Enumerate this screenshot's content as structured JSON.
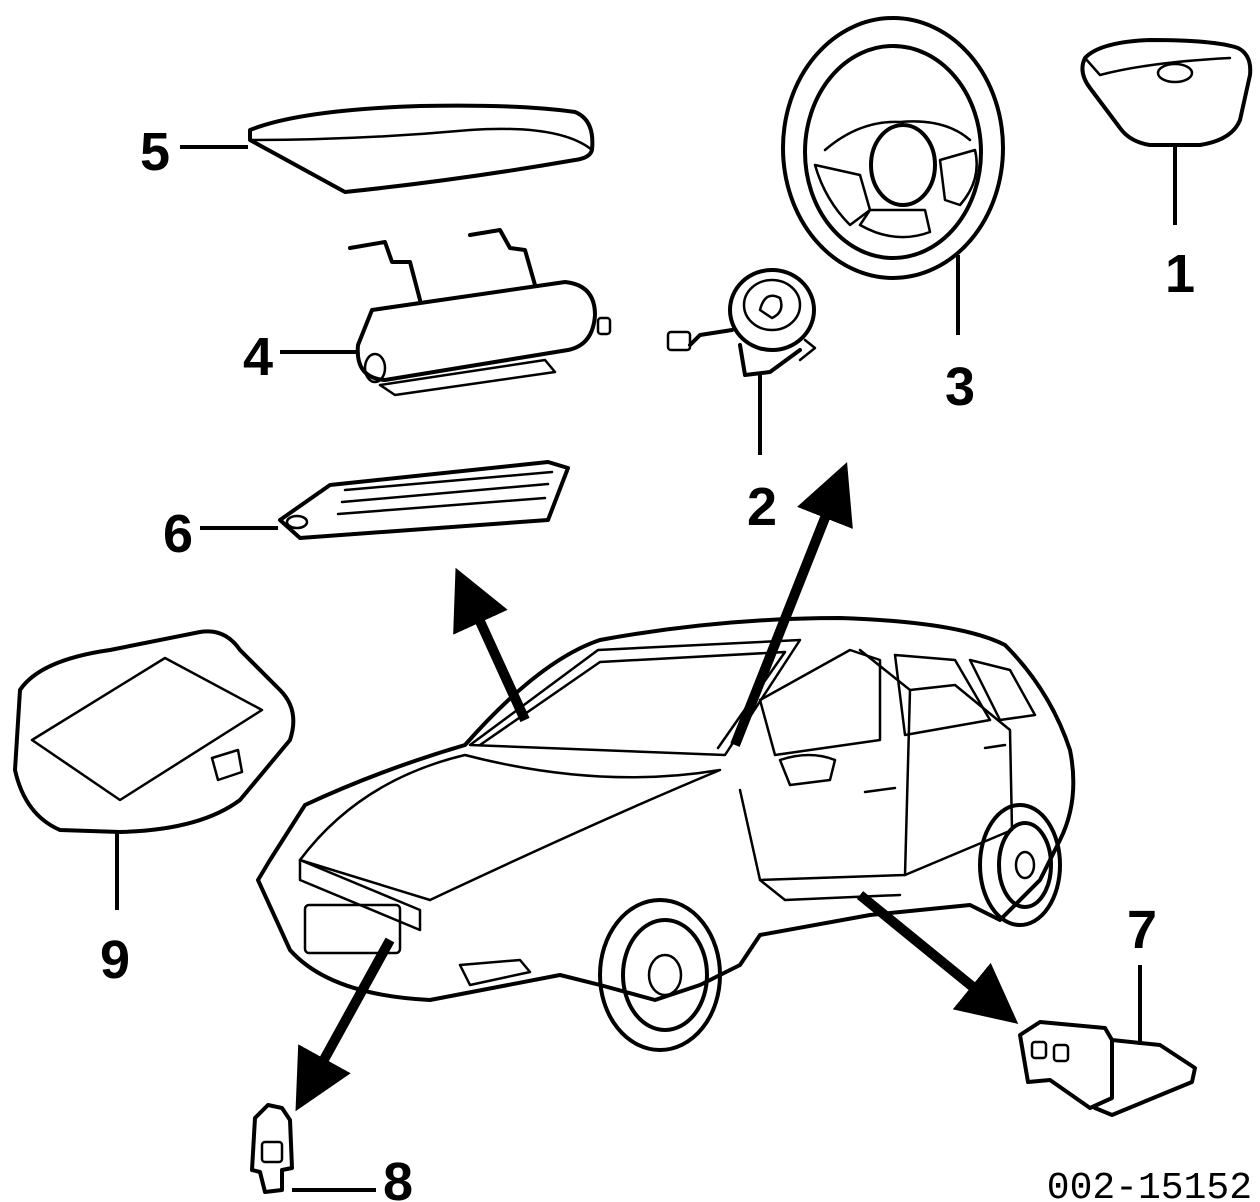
{
  "callouts": {
    "c1": "1",
    "c2": "2",
    "c3": "3",
    "c4": "4",
    "c5": "5",
    "c6": "6",
    "c7": "7",
    "c8": "8",
    "c9": "9"
  },
  "document_id": "002-15152",
  "icons": [
    "airbag-module-icon",
    "clockspring-icon",
    "steering-wheel-icon",
    "inflator-icon",
    "passenger-airbag-cover-icon",
    "airbag-sensor-icon",
    "crash-sensor-bracket-icon",
    "impact-sensor-icon",
    "seat-occupant-sensor-icon",
    "vehicle-icon"
  ]
}
